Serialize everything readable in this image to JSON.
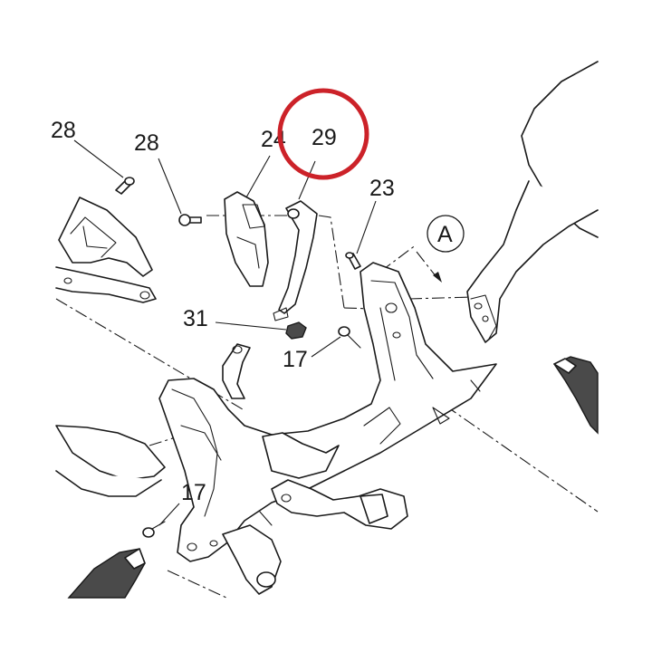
{
  "callouts": {
    "c28_cut": "28",
    "c28": "28",
    "c24": "24",
    "c29": "29",
    "c23": "23",
    "cA": "A",
    "c31": "31",
    "c17a": "17",
    "c17b": "17"
  },
  "colors": {
    "highlight_ring": "#cc2229",
    "line": "#1a1a1a",
    "dark_part": "#4a4a4a"
  }
}
